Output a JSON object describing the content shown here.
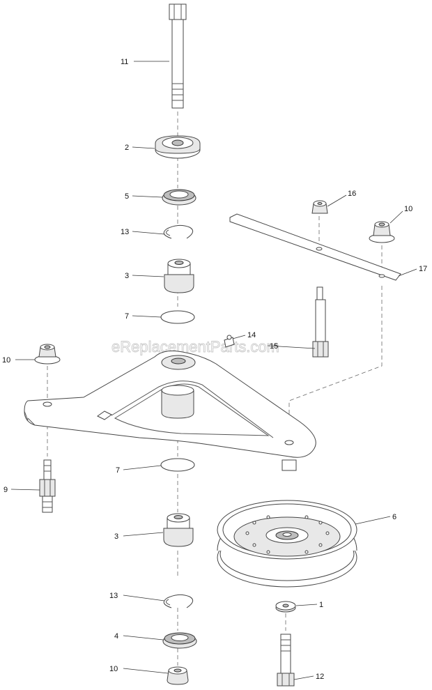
{
  "watermark": "eReplacementParts.com",
  "callouts": [
    {
      "id": "c11",
      "label": "11"
    },
    {
      "id": "c2",
      "label": "2"
    },
    {
      "id": "c5",
      "label": "5"
    },
    {
      "id": "c13a",
      "label": "13"
    },
    {
      "id": "c3a",
      "label": "3"
    },
    {
      "id": "c7a",
      "label": "7"
    },
    {
      "id": "c14",
      "label": "14"
    },
    {
      "id": "c15",
      "label": "15"
    },
    {
      "id": "c16",
      "label": "16"
    },
    {
      "id": "c10a",
      "label": "10"
    },
    {
      "id": "c17",
      "label": "17"
    },
    {
      "id": "c10b",
      "label": "10"
    },
    {
      "id": "c9",
      "label": "9"
    },
    {
      "id": "c7b",
      "label": "7"
    },
    {
      "id": "c6",
      "label": "6"
    },
    {
      "id": "c3b",
      "label": "3"
    },
    {
      "id": "c1",
      "label": "1"
    },
    {
      "id": "c13b",
      "label": "13"
    },
    {
      "id": "c4",
      "label": "4"
    },
    {
      "id": "c10c",
      "label": "10"
    },
    {
      "id": "c12",
      "label": "12"
    }
  ]
}
